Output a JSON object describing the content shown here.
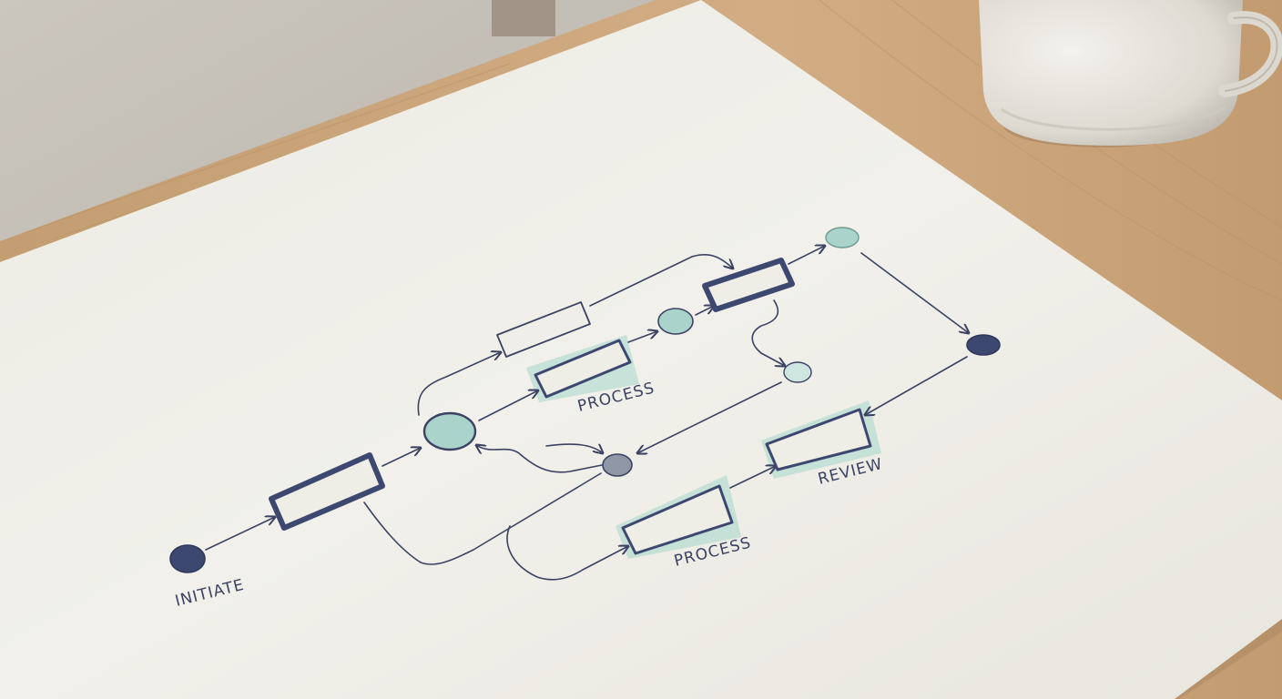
{
  "colors": {
    "ink": "#3c4262",
    "node_dark": "#3d4870",
    "node_teal": "#a9d3cb",
    "node_grey": "#8f97a6",
    "highlight": "#b8ddd3",
    "paper": "#efeee7",
    "desk": "#c9a67f",
    "wall": "#c2bdb5"
  },
  "labels": {
    "initiate": "INITIATE",
    "process_upper": "PROCESS",
    "process_lower": "PROCESS",
    "review": "REVIEW"
  },
  "icons": {
    "mug": "coffee-mug-icon"
  }
}
